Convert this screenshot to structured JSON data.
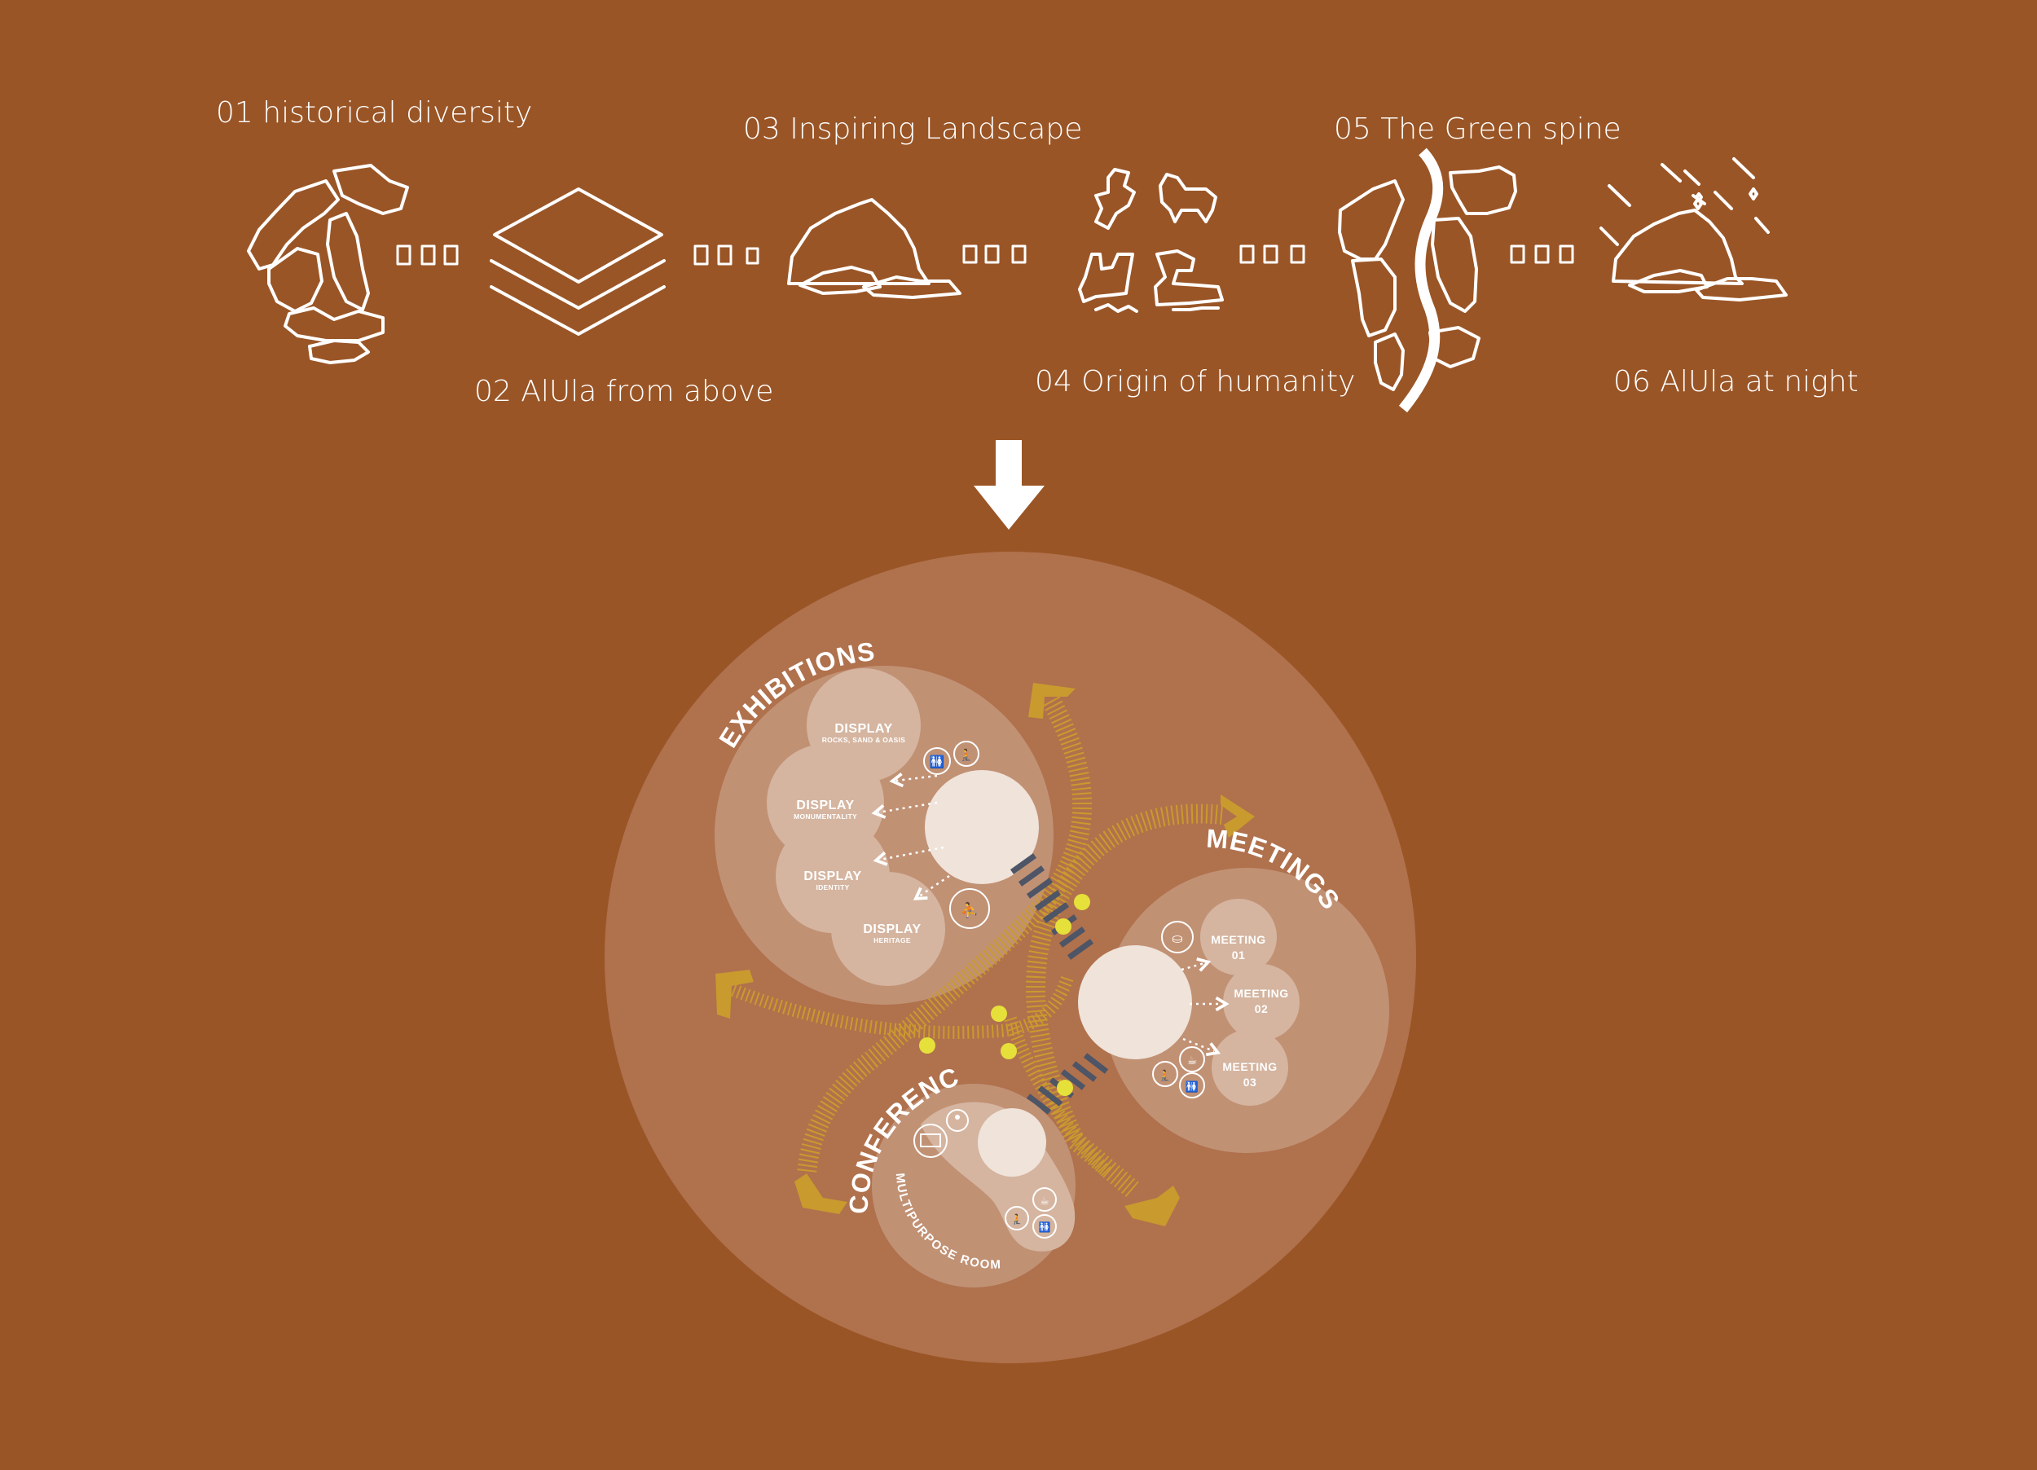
{
  "steps": [
    {
      "label": "01 historical diversity",
      "icon": "rock-formation-icon"
    },
    {
      "label": "02 AlUla from above",
      "icon": "layers-icon"
    },
    {
      "label": "03 Inspiring Landscape",
      "icon": "landscape-icon"
    },
    {
      "label": "04 Origin of humanity",
      "icon": "petroglyph-icon"
    },
    {
      "label": "05 The Green spine",
      "icon": "green-spine-icon"
    },
    {
      "label": "06 AlUla at night",
      "icon": "night-landscape-icon"
    }
  ],
  "zones": {
    "exhibitions": {
      "title": "EXHIBITIONS",
      "displays": [
        {
          "title": "DISPLAY",
          "subtitle": "ROCKS, SAND & OASIS"
        },
        {
          "title": "DISPLAY",
          "subtitle": "MONUMENTALITY"
        },
        {
          "title": "DISPLAY",
          "subtitle": "IDENTITY"
        },
        {
          "title": "DISPLAY",
          "subtitle": "HERITAGE"
        }
      ]
    },
    "meetings": {
      "title": "MEETINGS",
      "rooms": [
        {
          "line1": "MEETING",
          "line2": "01"
        },
        {
          "line1": "MEETING",
          "line2": "02"
        },
        {
          "line1": "MEETING",
          "line2": "03"
        }
      ]
    },
    "conference": {
      "title": "CONFERENCE",
      "room": "MULTIPURPOSE ROOM"
    }
  },
  "colors": {
    "background": "#9a5526",
    "outer_circle": "#b0714d",
    "path_gold": "#c99a2e",
    "node_yellow": "#e6e03a",
    "crossing_slate": "#4d5566",
    "line_white": "#ffffff"
  }
}
